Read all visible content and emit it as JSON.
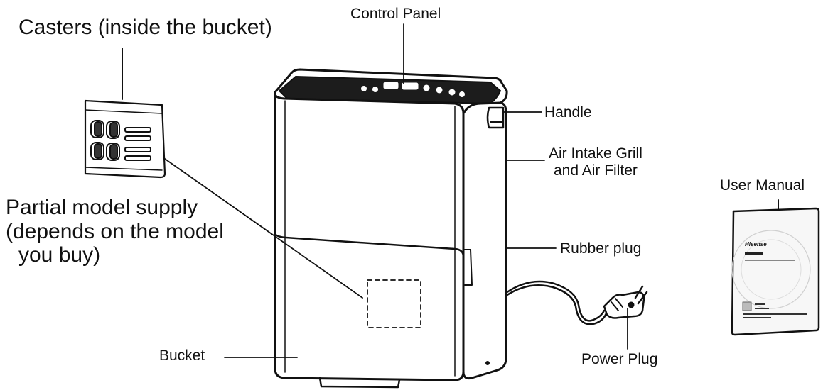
{
  "labels": {
    "casters": "Casters (inside the bucket)",
    "control_panel": "Control Panel",
    "handle": "Handle",
    "air_intake_line1": "Air Intake Grill",
    "air_intake_line2": "and Air Filter",
    "user_manual": "User Manual",
    "partial_line1": "Partial model supply",
    "partial_line2": "(depends on the model",
    "partial_line3": "you buy)",
    "rubber_plug": "Rubber plug",
    "bucket": "Bucket",
    "power_plug": "Power Plug"
  },
  "manual_cover": {
    "brand": "Hisense"
  }
}
